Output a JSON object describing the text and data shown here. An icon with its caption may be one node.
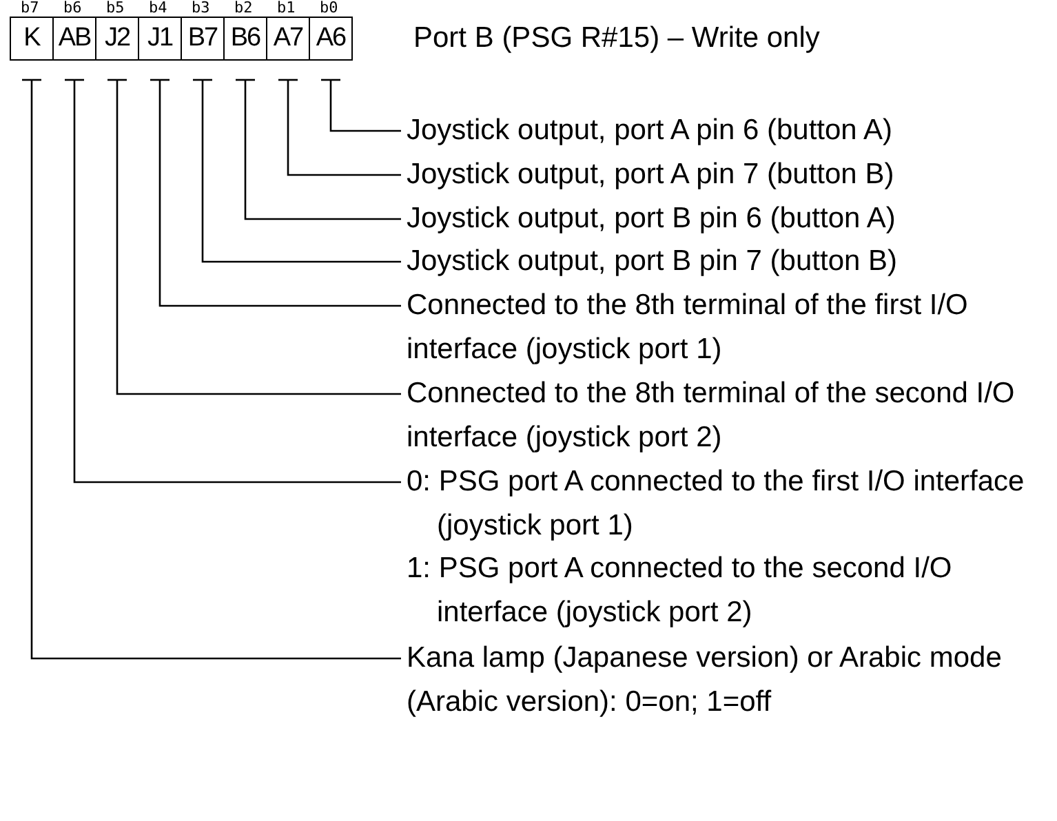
{
  "diagram": {
    "title": "Port B (PSG R#15) – Write only",
    "nodes": [
      {
        "text": [
          "K"
        ],
        "beside": [
          "b7"
        ]
      },
      {
        "text": [
          "AB"
        ],
        "beside": [
          "b6"
        ]
      },
      {
        "text": [
          "J2"
        ],
        "beside": [
          "b5"
        ]
      },
      {
        "text": [
          "J1"
        ],
        "beside": [
          "b4"
        ]
      },
      {
        "text": [
          "B7"
        ],
        "beside": [
          "b3"
        ]
      },
      {
        "text": [
          "B6"
        ],
        "beside": [
          "b2"
        ]
      },
      {
        "text": [
          "A7"
        ],
        "beside": [
          "b1"
        ]
      },
      {
        "text": [
          "A6"
        ],
        "beside": [
          "b0"
        ]
      },
      {
        "text": [
          "Joystick output, port A pin 6 (button A)"
        ]
      },
      {
        "text": [
          "Joystick output, port A pin 7 (button B)"
        ]
      },
      {
        "text": [
          "Joystick output, port B pin 6 (button A)"
        ]
      },
      {
        "text": [
          "Joystick output, port B pin 7 (button B)"
        ]
      },
      {
        "text": [
          "Connected to the 8th terminal of the first I/O interface (joystick port 1)"
        ]
      },
      {
        "text": [
          "Connected to the 8th terminal of the second I/O interface (joystick port 2)"
        ]
      },
      {
        "text": [
          "0: PSG port A connected to the first I/O interface (joystick port 1)",
          "1: PSG port A connected to the second I/O interface (joystick port 2)"
        ]
      },
      {
        "text": [
          "Kana lamp (Japanese version) or Arabic mode (Arabic version): 0=on; 1=off"
        ]
      }
    ],
    "edges": [
      {
        "from": 7,
        "to": 8,
        "arrow": "other"
      },
      {
        "from": 6,
        "to": 9,
        "arrow": "other"
      },
      {
        "from": 5,
        "to": 10,
        "arrow": "other"
      },
      {
        "from": 4,
        "to": 11,
        "arrow": "other"
      },
      {
        "from": 3,
        "to": 12,
        "arrow": "other"
      },
      {
        "from": 2,
        "to": 13,
        "arrow": "other"
      },
      {
        "from": 1,
        "to": 14,
        "arrow": "other"
      },
      {
        "from": 0,
        "to": 15,
        "arrow": "other"
      }
    ]
  }
}
